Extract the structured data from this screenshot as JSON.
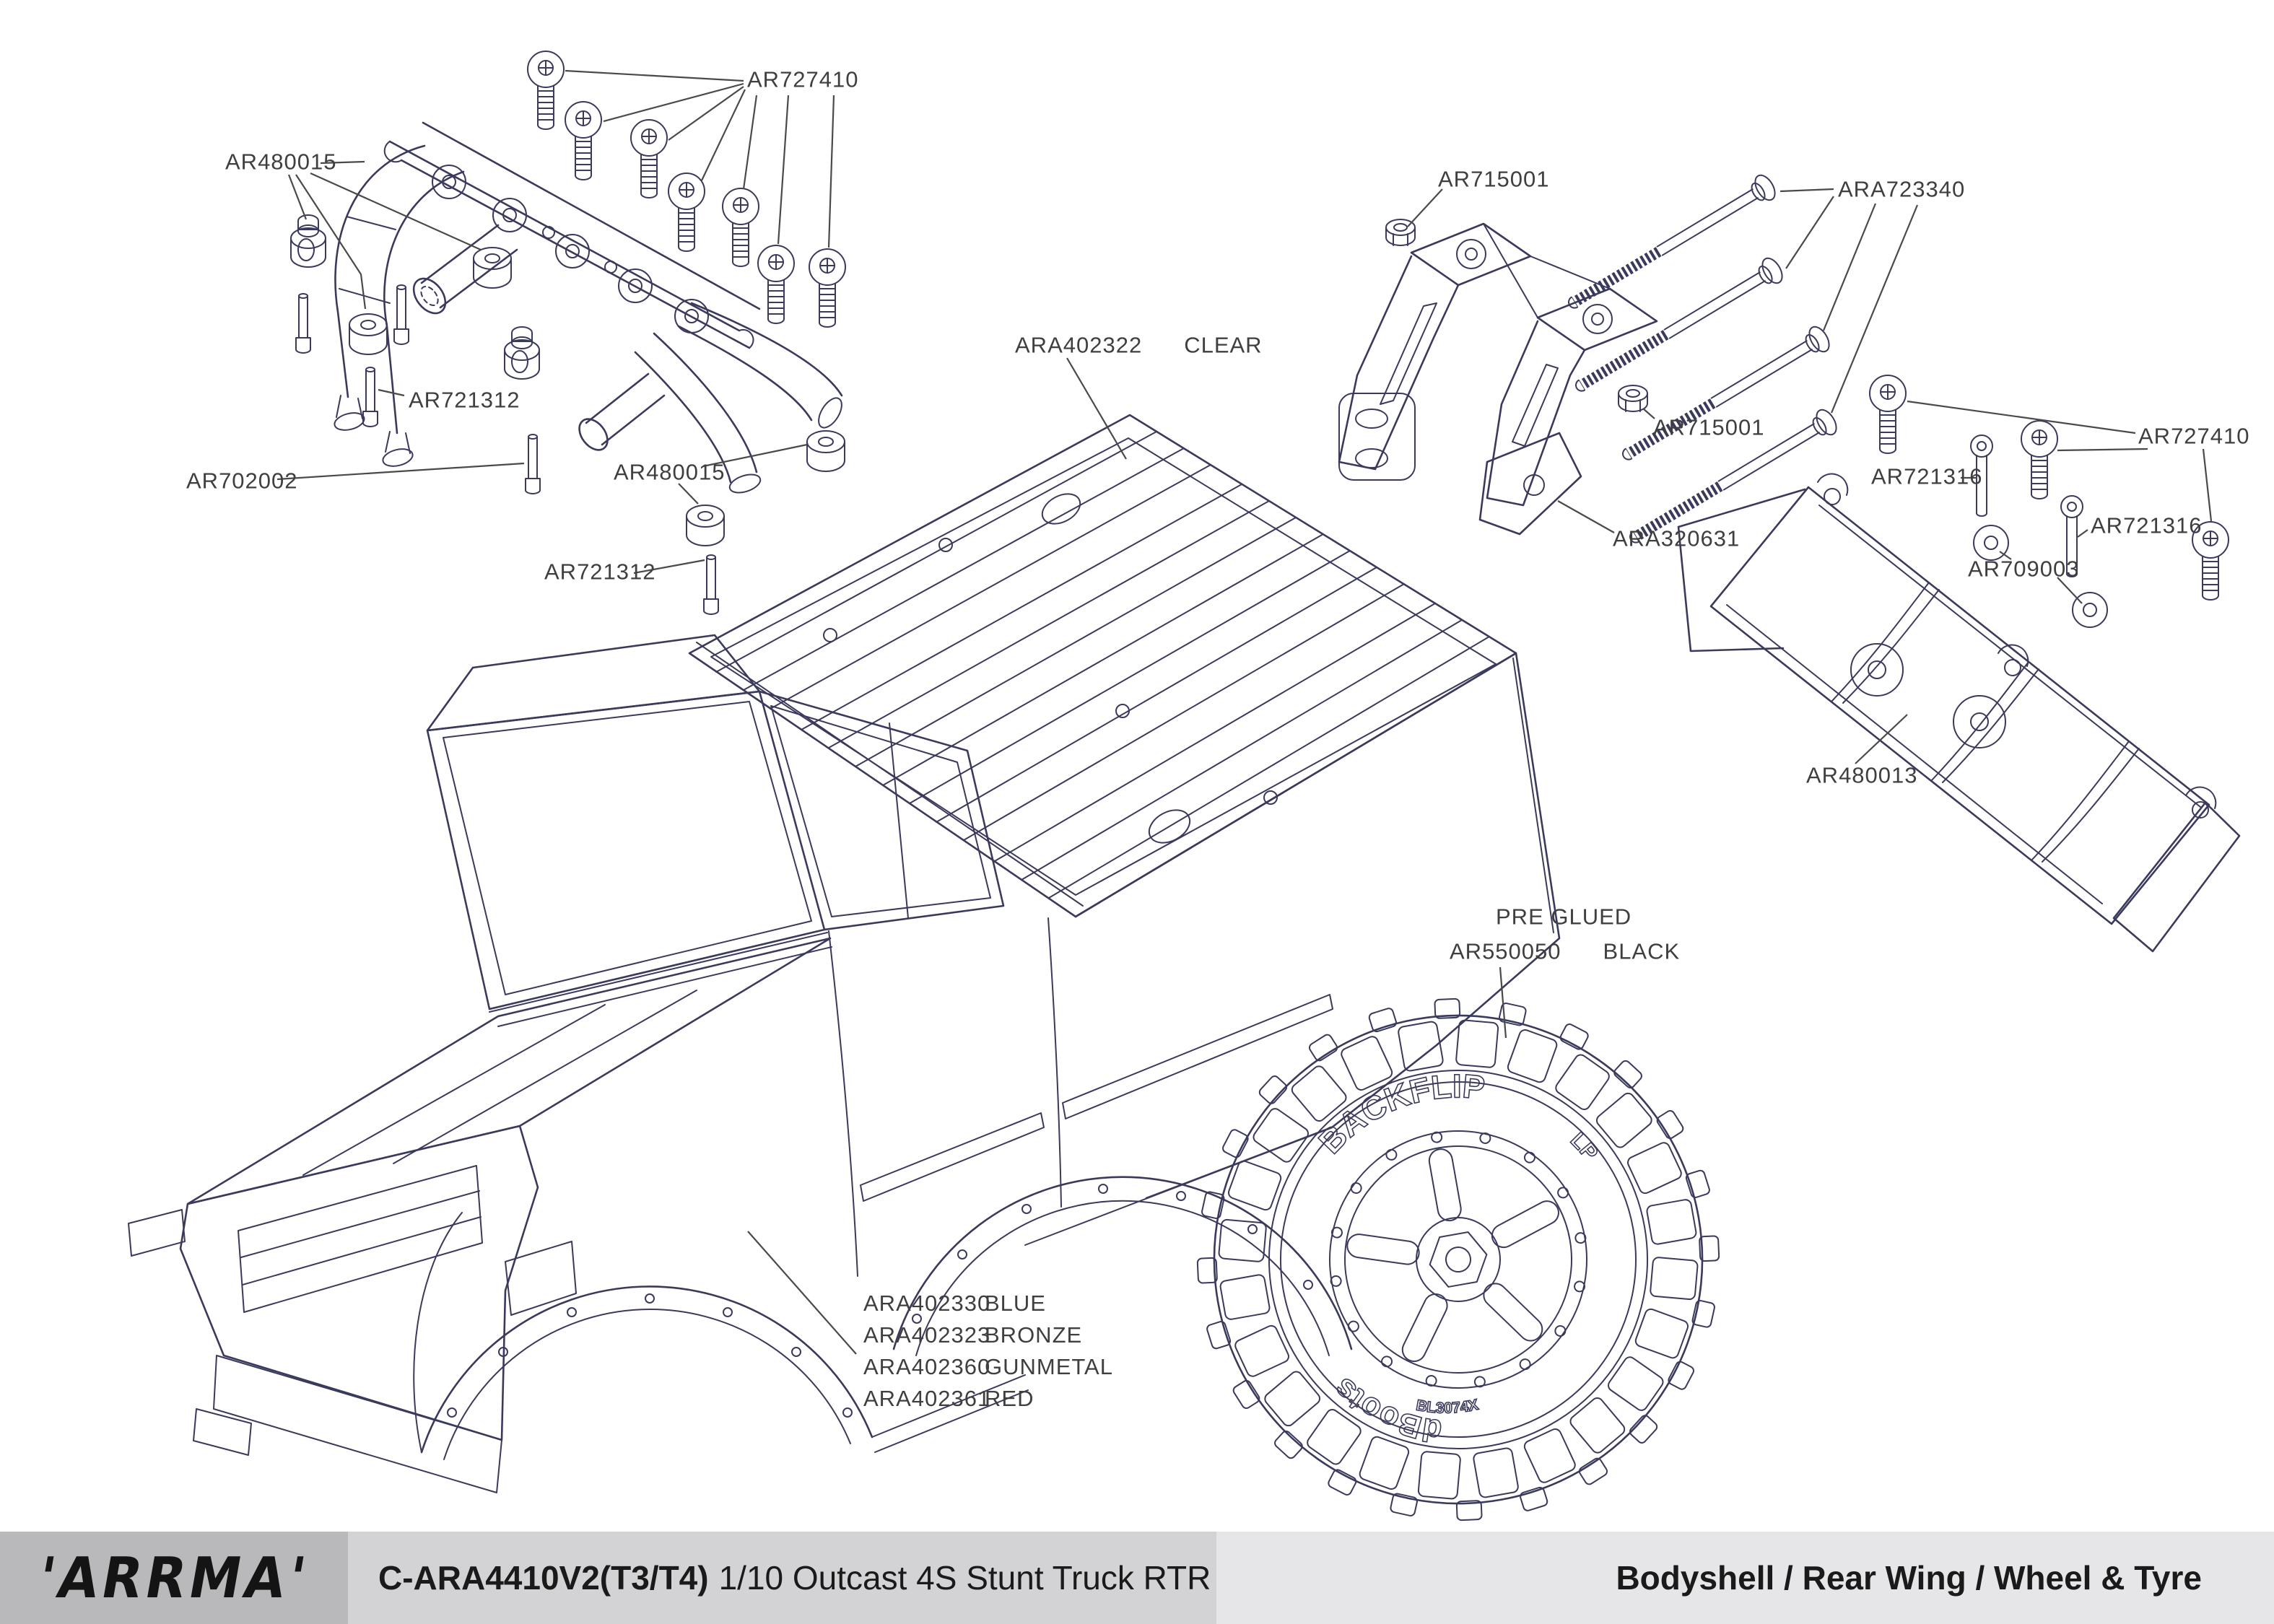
{
  "footer": {
    "brand_logo": "'ARRMA'",
    "doc_code": "C-ARA4410V2(T3/T4)",
    "doc_title": "1/10 Outcast 4S Stunt Truck RTR",
    "section_title": "Bodyshell / Rear Wing / Wheel & Tyre"
  },
  "labels": {
    "rollbar_screws": "AR727410",
    "rollbar_mounts_upper": "AR480015",
    "rollbar_pin_upper": "AR721312",
    "rollbar_screw_lower": "AR702002",
    "rollbar_mounts_lower": "AR480015",
    "rollbar_pin_lower": "AR721312",
    "bodyshell_part": "ARA402322",
    "bodyshell_finish": "CLEAR",
    "wing_mount_nut_upper": "AR715001",
    "wing_mount_bolts": "ARA723340",
    "wing_mount_nut_lower": "AR715001",
    "wing_mount_bracket": "ARA320631",
    "wing_screw_left": "AR721316",
    "wing_button_screws": "AR727410",
    "wing_screw_right": "AR721316",
    "wing_washers": "AR709003",
    "rear_wing": "AR480013",
    "tyre_note": "PRE GLUED",
    "tyre_part": "AR550050",
    "tyre_finish": "BLACK"
  },
  "bodyshell_colors": [
    {
      "part": "ARA402330",
      "finish": "BLUE"
    },
    {
      "part": "ARA402323",
      "finish": "BRONZE"
    },
    {
      "part": "ARA402360",
      "finish": "GUNMETAL"
    },
    {
      "part": "ARA402361",
      "finish": "RED"
    }
  ],
  "tyre_sidewall": {
    "brand": "dBoots",
    "model": "BACKFLIP",
    "variant": "LP",
    "size_code": "BL3074X"
  },
  "palette": {
    "line": "#3a3a5c",
    "leader": "#4a4a4a",
    "label_text": "#3f3f3f",
    "footer_left_bg": "#b9b9bb",
    "footer_mid_bg": "#d3d3d5",
    "footer_right_bg": "#e6e6e8",
    "footer_text": "#1a1a1a",
    "background": "#ffffff"
  }
}
